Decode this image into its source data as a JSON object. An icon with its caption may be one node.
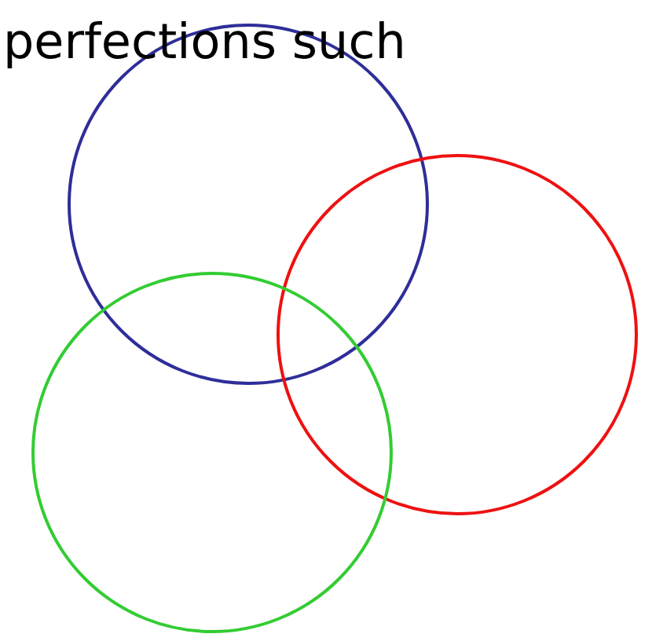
{
  "diagram": {
    "nodes": [
      {
        "text": [],
        "shape": "circle"
      },
      {
        "text": [],
        "shape": "circle"
      },
      {
        "text": [],
        "shape": "circle"
      }
    ],
    "labels": [
      "perfections such"
    ]
  }
}
